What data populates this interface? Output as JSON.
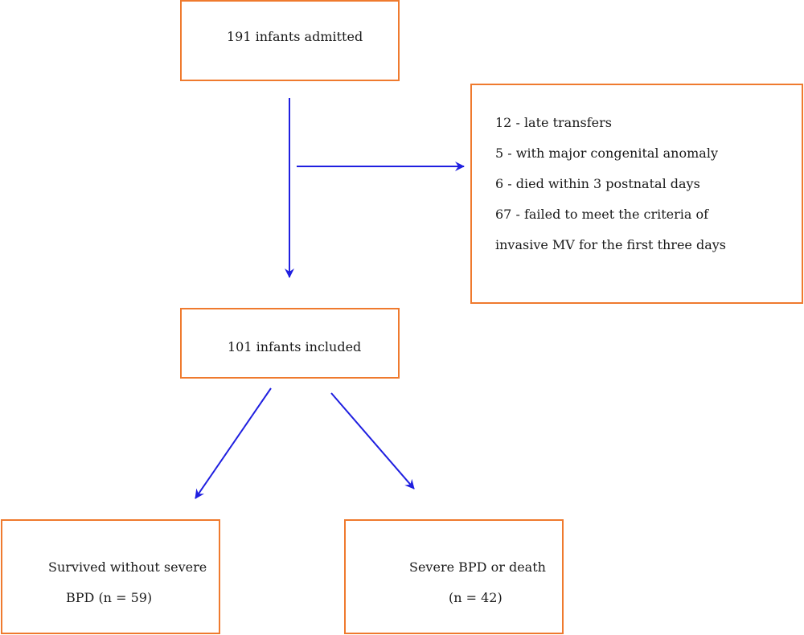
{
  "flowchart": {
    "admitted": {
      "text": "191 infants admitted"
    },
    "excluded": {
      "items": [
        "12 - late transfers",
        "5 - with major congenital anomaly",
        "6 - died within 3 postnatal days",
        "67 - failed to meet the criteria of",
        "invasive MV for the first three days"
      ]
    },
    "included": {
      "text": "101 infants included"
    },
    "survived": {
      "line1": "Survived without severe",
      "line2": "BPD (n = 59)"
    },
    "severe": {
      "line1": "Severe BPD or death",
      "line2": "(n = 42)"
    }
  },
  "colors": {
    "box_border": "#ef7a2e",
    "arrow": "#1f1fe0",
    "text": "#1a1a1a"
  }
}
